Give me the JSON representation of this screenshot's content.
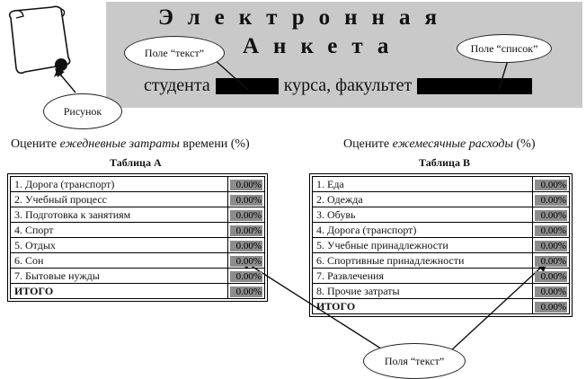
{
  "banner": {
    "line1": "Электронная",
    "line2": "Анкета",
    "student_text": "студента",
    "course_text": "курса, факультет"
  },
  "callouts": {
    "text_field": "Поле “текст”",
    "list_field": "Поле “список”",
    "picture": "Рисунок",
    "text_fields": "Поля “текст”"
  },
  "captions": {
    "left_prefix": "Оцените ",
    "left_italic": "ежедневные затраты",
    "left_suffix": " времени (%)",
    "right_prefix": "Оцените ",
    "right_italic": "ежемесячные расходы",
    "right_suffix": " (%)"
  },
  "table_a": {
    "title": "Таблица А",
    "rows": [
      {
        "label": "1.  Дорога (транспорт)",
        "value": "0.00%"
      },
      {
        "label": "2.  Учебный процесс",
        "value": "0.00%"
      },
      {
        "label": "3.  Подготовка к занятиям",
        "value": "0.00%"
      },
      {
        "label": "4.  Спорт",
        "value": "0.00%"
      },
      {
        "label": "5.  Отдых",
        "value": "0.00%"
      },
      {
        "label": "6.  Сон",
        "value": "0.00%"
      },
      {
        "label": "7.  Бытовые нужды",
        "value": "0.00%"
      }
    ],
    "total_label": "ИТОГО",
    "total_value": "0.00%"
  },
  "table_b": {
    "title": "Таблица В",
    "rows": [
      {
        "label": "1.  Еда",
        "value": "0.00%"
      },
      {
        "label": "2.  Одежда",
        "value": "0.00%"
      },
      {
        "label": "3.  Обувь",
        "value": "0.00%"
      },
      {
        "label": "4.  Дорога (транспорт)",
        "value": "0.00%"
      },
      {
        "label": "5.  Учебные принадлежности",
        "value": "0.00%"
      },
      {
        "label": "6.  Спортивные принадлежности",
        "value": "0.00%"
      },
      {
        "label": "7.  Развлечения",
        "value": "0.00%"
      },
      {
        "label": "8. Прочие затраты",
        "value": "0.00%"
      }
    ],
    "total_label": "ИТОГО",
    "total_value": "0.00%"
  },
  "icons": {
    "scroll": "scroll-diploma-icon"
  }
}
